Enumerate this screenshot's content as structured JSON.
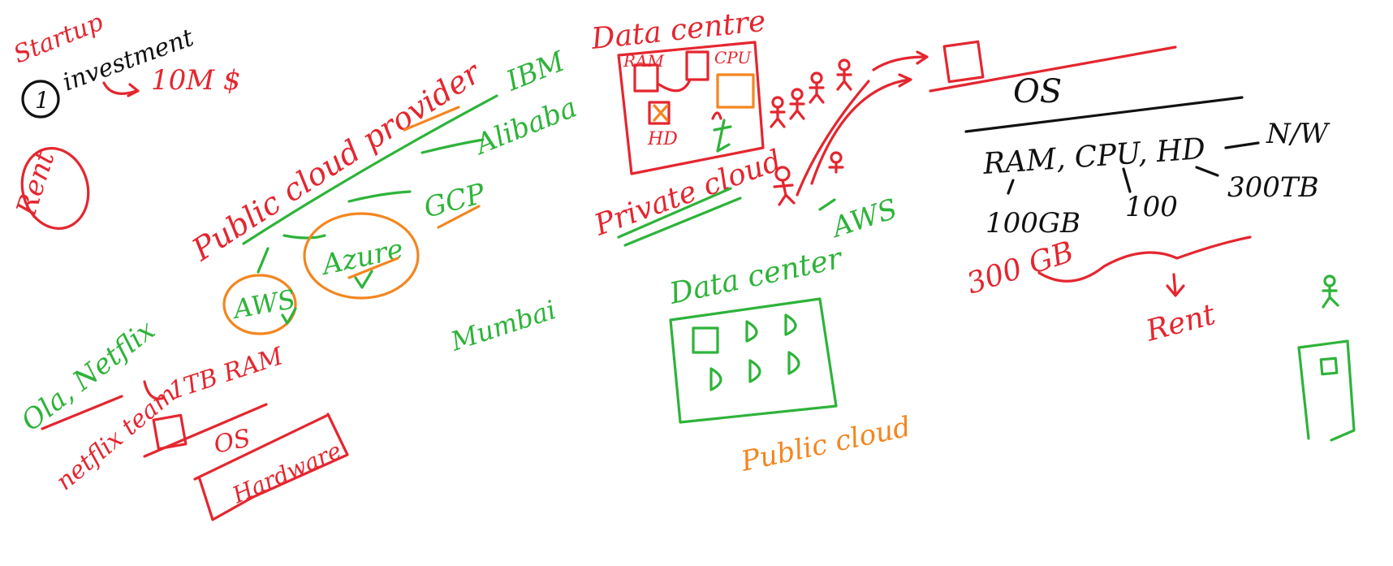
{
  "notes": {
    "startup": "Startup",
    "one": "1",
    "investment": "investment",
    "amount": "10M $",
    "rent_left": "Rent",
    "public_cloud_provider": "Public cloud provider",
    "ibm": "IBM",
    "alibaba": "Alibaba",
    "gcp": "GCP",
    "aws": "AWS",
    "azure": "Azure",
    "ola_netflix": "Ola, Netflix",
    "tb_ram": "1TB RAM",
    "netflix_label": "netflix team",
    "os_small": "OS",
    "hardware": "Hardware",
    "mumbai": "Mumbai",
    "data_centre": "Data centre",
    "ram": "RAM",
    "cpu": "CPU",
    "hd": "HD",
    "private_cloud": "Private cloud",
    "aws_right": "AWS",
    "data_center_green": "Data center",
    "public_cloud": "Public cloud",
    "os_big": "OS",
    "resources": "RAM, CPU, HD",
    "nw": "N/W",
    "gb100": "100GB",
    "cpu100": "100",
    "tb300": "300TB",
    "gb300": "300 GB",
    "rent_right": "Rent"
  },
  "colors": {
    "red": "#e4262f",
    "green": "#2eb33a",
    "orange": "#f3861f",
    "black": "#111111"
  }
}
